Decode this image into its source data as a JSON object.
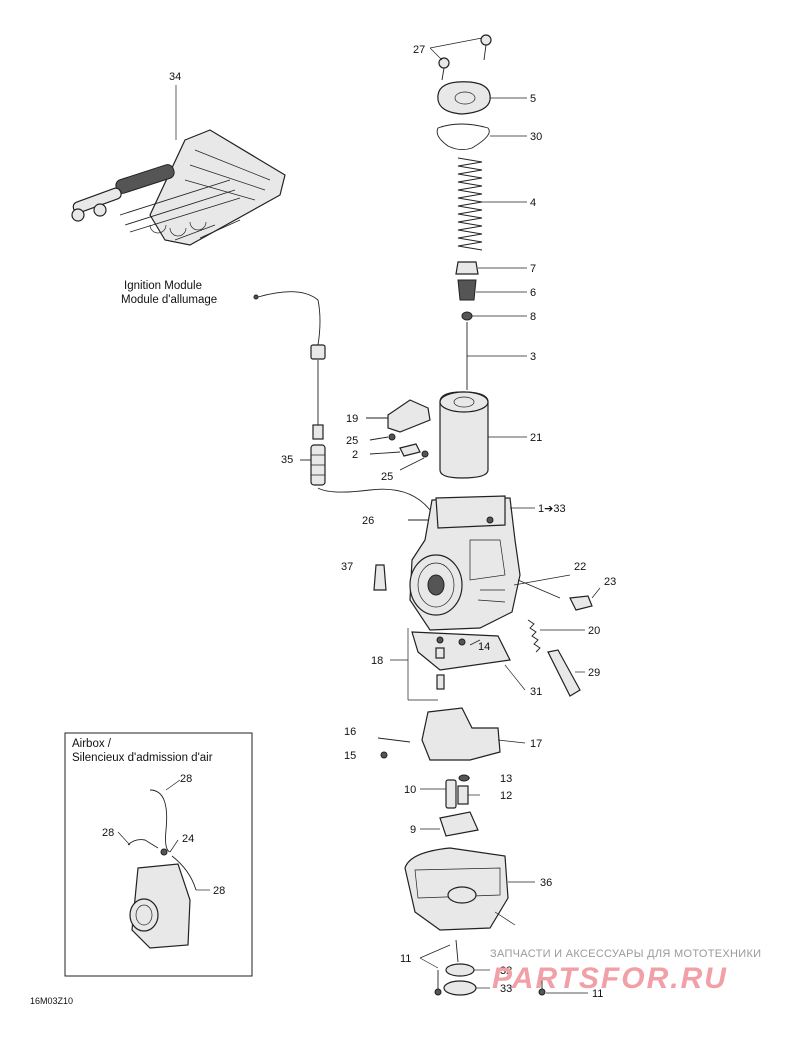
{
  "ignition_title": {
    "line1": "Ignition Module",
    "line2": "Module d'allumage"
  },
  "airbox_title": {
    "line1": "Airbox /",
    "line2": "Silencieux d'admission d'air"
  },
  "drawing_code": "16M03Z10",
  "watermark": {
    "top": "ЗАПЧАСТИ И АКСЕССУАРЫ ДЛЯ МОТОТЕХНИКИ",
    "logo": "PARTSFOR.RU"
  },
  "callouts": {
    "c27": "27",
    "c5": "5",
    "c30": "30",
    "c4": "4",
    "c7": "7",
    "c6": "6",
    "c8": "8",
    "c3": "3",
    "c34": "34",
    "c19": "19",
    "c21": "21",
    "c25a": "25",
    "c2": "2",
    "c35": "35",
    "c25b": "25",
    "c1_33": "1➔33",
    "c26": "26",
    "c37": "37",
    "c22": "22",
    "c23": "23",
    "c20": "20",
    "c18": "18",
    "c14": "14",
    "c29": "29",
    "c31": "31",
    "c16": "16",
    "c17": "17",
    "c15": "15",
    "c13": "13",
    "c10": "10",
    "c12": "12",
    "c9": "9",
    "c36": "36",
    "c11a": "11",
    "c32": "32",
    "c33": "33",
    "c11b": "11",
    "c28a": "28",
    "c28b": "28",
    "c24": "24",
    "c28c": "28"
  },
  "colors": {
    "ink": "#222222",
    "watermark_grey": "#9a9a9a",
    "watermark_pink": "#f0a0a6"
  }
}
